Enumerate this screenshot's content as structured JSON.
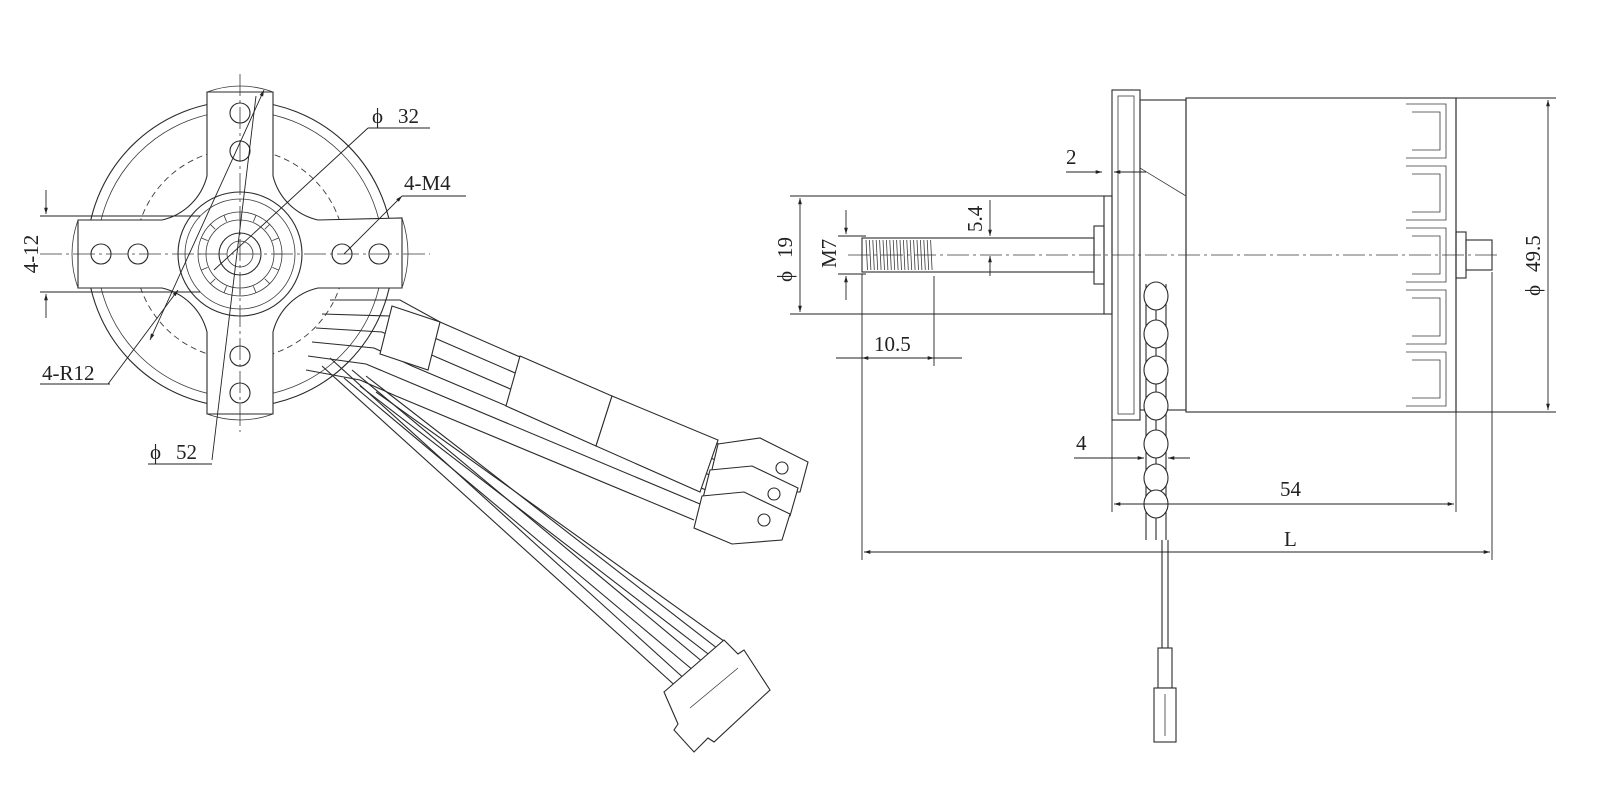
{
  "front_view": {
    "dia_32": "32",
    "holes": "4-M4",
    "slot": "4-12",
    "radius": "4-R12",
    "dia_52": "52"
  },
  "side_view": {
    "dia_19": "19",
    "thread": "M7",
    "shaft_flat": "5.4",
    "thread_len": "10.5",
    "flange_t": "2",
    "dia_49_5": "49.5",
    "tail": "4",
    "body_len": "54",
    "total_len": "L"
  },
  "symbols": {
    "diameter": "ϕ"
  }
}
